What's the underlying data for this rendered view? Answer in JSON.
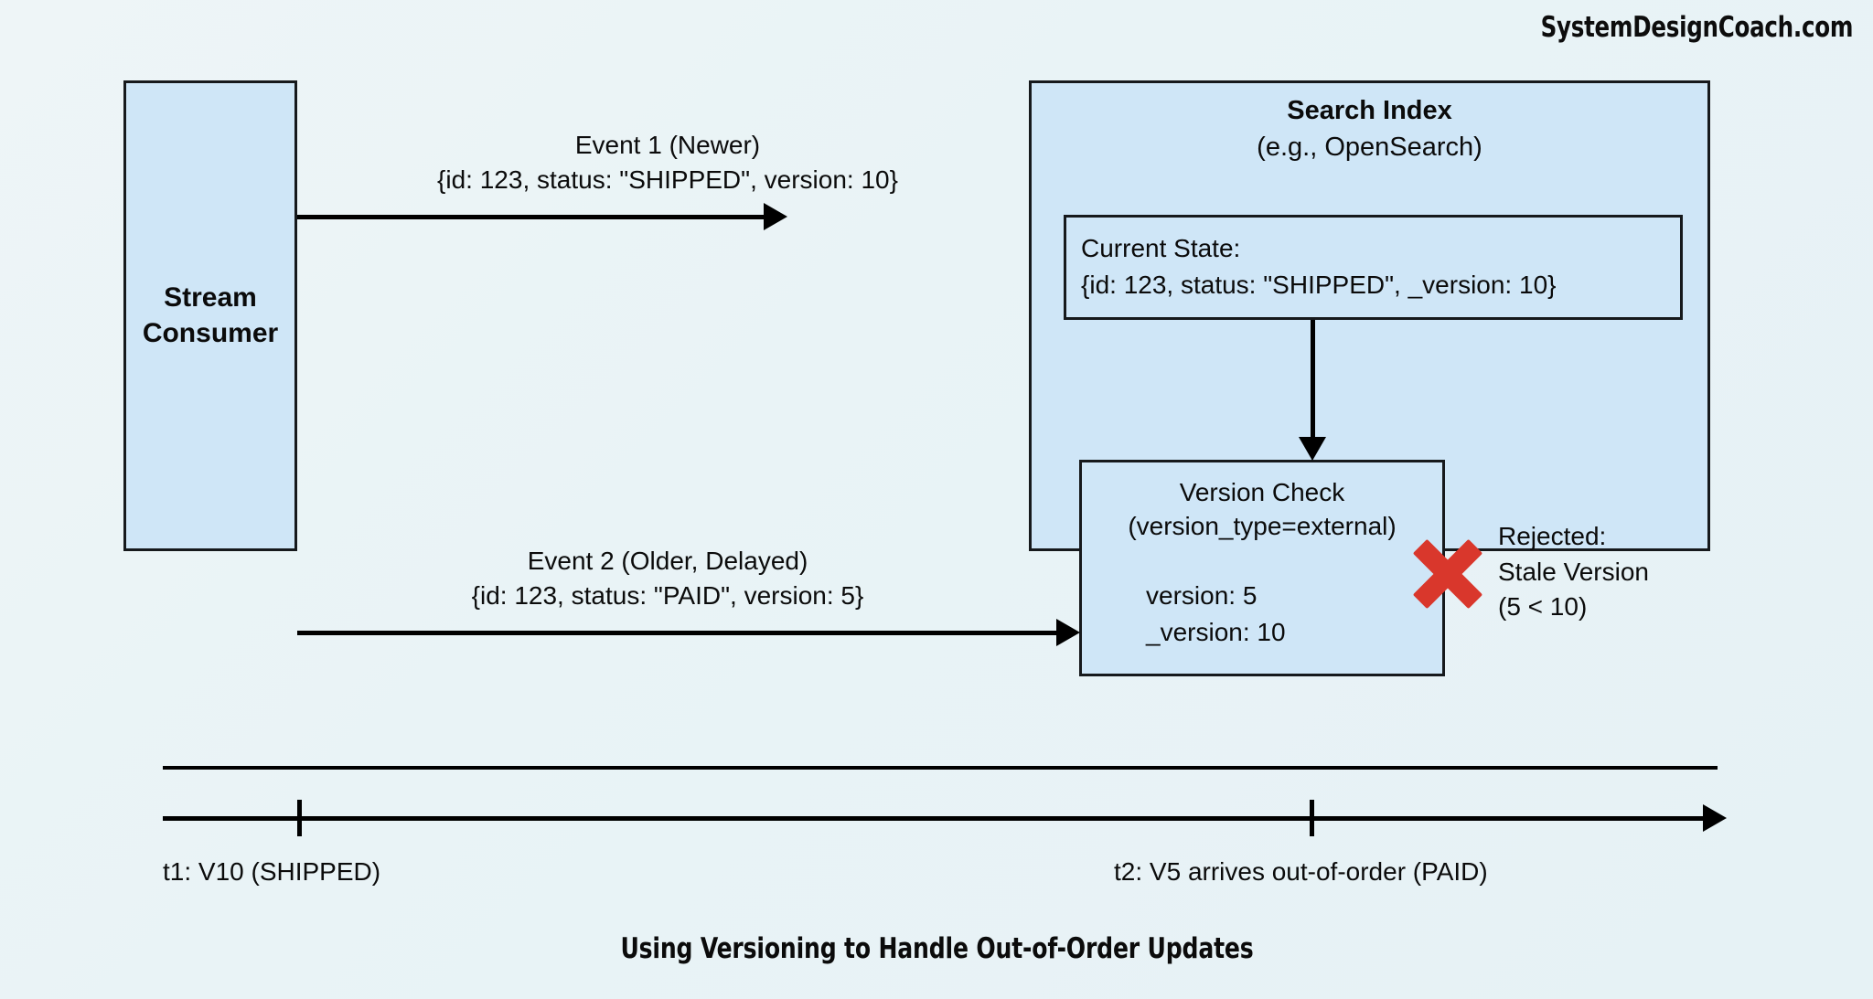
{
  "watermark": "SystemDesignCoach.com",
  "caption": "Using Versioning to Handle Out-of-Order Updates",
  "colors": {
    "background": "#e9f3f6",
    "node_fill": "#cfe6f7",
    "node_stroke": "#16191c",
    "arrow": "#000000",
    "reject_mark": "#d9372c",
    "text": "#0b0b0b"
  },
  "nodes": {
    "stream_consumer": {
      "line1": "Stream",
      "line2": "Consumer"
    },
    "search_index": {
      "title": "Search Index",
      "subtitle": "(e.g., OpenSearch)"
    },
    "current_state": {
      "heading": "Current State:",
      "payload": "{id: 123, status: \"SHIPPED\", _version: 10}"
    },
    "version_check": {
      "title": "Version Check",
      "subtitle": "(version_type=external)",
      "incoming_version": "version: 5",
      "stored_version": "_version: 10"
    }
  },
  "edges": {
    "event1": {
      "line1": "Event 1 (Newer)",
      "line2": "{id: 123, status: \"SHIPPED\", version: 10}"
    },
    "event2": {
      "line1": "Event 2 (Older, Delayed)",
      "line2": "{id: 123, status: \"PAID\", version: 5}"
    }
  },
  "annotation": {
    "reject_line1": "Rejected:",
    "reject_line2": "Stale Version",
    "reject_line3": "(5 < 10)"
  },
  "timeline": {
    "t1_label": "t1: V10 (SHIPPED)",
    "t2_label": "t2: V5 arrives out-of-order (PAID)"
  }
}
